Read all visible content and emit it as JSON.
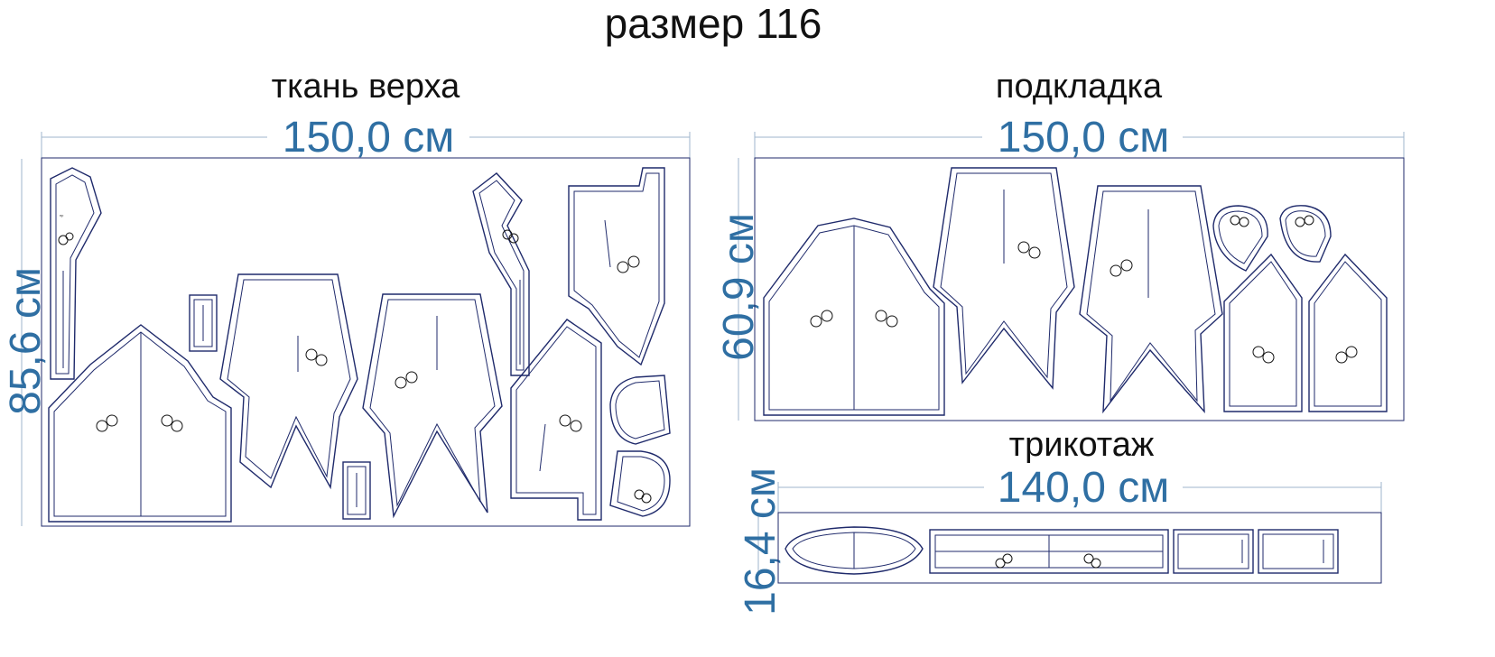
{
  "page": {
    "title": "размер 116"
  },
  "sections": {
    "main_fabric": {
      "label": "ткань верха",
      "width_label": "150,0 см",
      "height_label": "85,6 см"
    },
    "lining": {
      "label": "подкладка",
      "width_label": "150,0 см",
      "height_label": "60,9 см"
    },
    "knit": {
      "label": "трикотаж",
      "width_label": "140,0 см",
      "height_label": "16,4 см"
    }
  },
  "colors": {
    "dimension_text": "#2f6fa3",
    "dimension_line": "#9fb6cc",
    "piece_outline": "#1f2a6b",
    "title_text": "#111111"
  }
}
